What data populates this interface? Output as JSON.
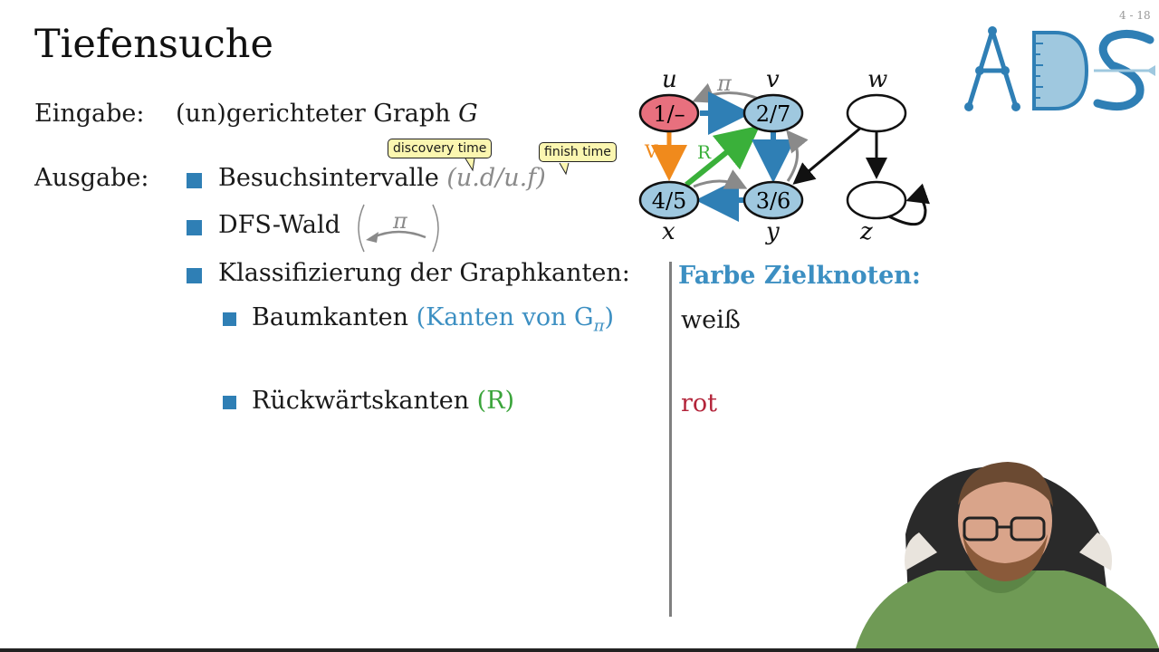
{
  "slide": {
    "title": "Tiefensuche",
    "page_number": "4 - 18"
  },
  "input": {
    "label": "Eingabe:",
    "value_prefix": "(un)gerichteter Graph ",
    "value_var": "G"
  },
  "output": {
    "label": "Ausgabe:",
    "items": [
      {
        "text": "Besuchsintervalle ",
        "annotation": "(u.d/u.f)"
      },
      {
        "text": "DFS-Wald",
        "annotation": "π"
      },
      {
        "text": "Klassifizierung der Graphkanten:"
      }
    ],
    "subitems": [
      {
        "text": "Baumkanten ",
        "annotation": "(Kanten von G",
        "annotation_sub": "π",
        "annotation_close": ")"
      },
      {
        "text": "Rückwärtskanten ",
        "annotation": "(R)"
      }
    ]
  },
  "tooltips": {
    "discovery": "discovery time",
    "finish": "finish time"
  },
  "target_color": {
    "header": "Farbe Zielknoten:",
    "values": [
      "weiß",
      "rot"
    ]
  },
  "graph": {
    "nodes": [
      {
        "id": "u",
        "label": "1/–",
        "color": "#e8707e"
      },
      {
        "id": "v",
        "label": "2/7",
        "color": "#9fc8df"
      },
      {
        "id": "w",
        "label": "",
        "color": "#ffffff"
      },
      {
        "id": "x",
        "label": "4/5",
        "color": "#9fc8df"
      },
      {
        "id": "y",
        "label": "3/6",
        "color": "#9fc8df"
      },
      {
        "id": "z",
        "label": "",
        "color": "#ffffff"
      }
    ],
    "edge_labels": {
      "pi": "π",
      "v_edge": "V",
      "r_edge": "R"
    },
    "colors": {
      "tree": "#2f7fb5",
      "back": "#3ab03a",
      "forward": "#f08a1c",
      "pi": "#8a8a8a",
      "unvisited": "#111111"
    }
  },
  "logo": {
    "text": "ADS",
    "color": "#2f7fb5"
  }
}
